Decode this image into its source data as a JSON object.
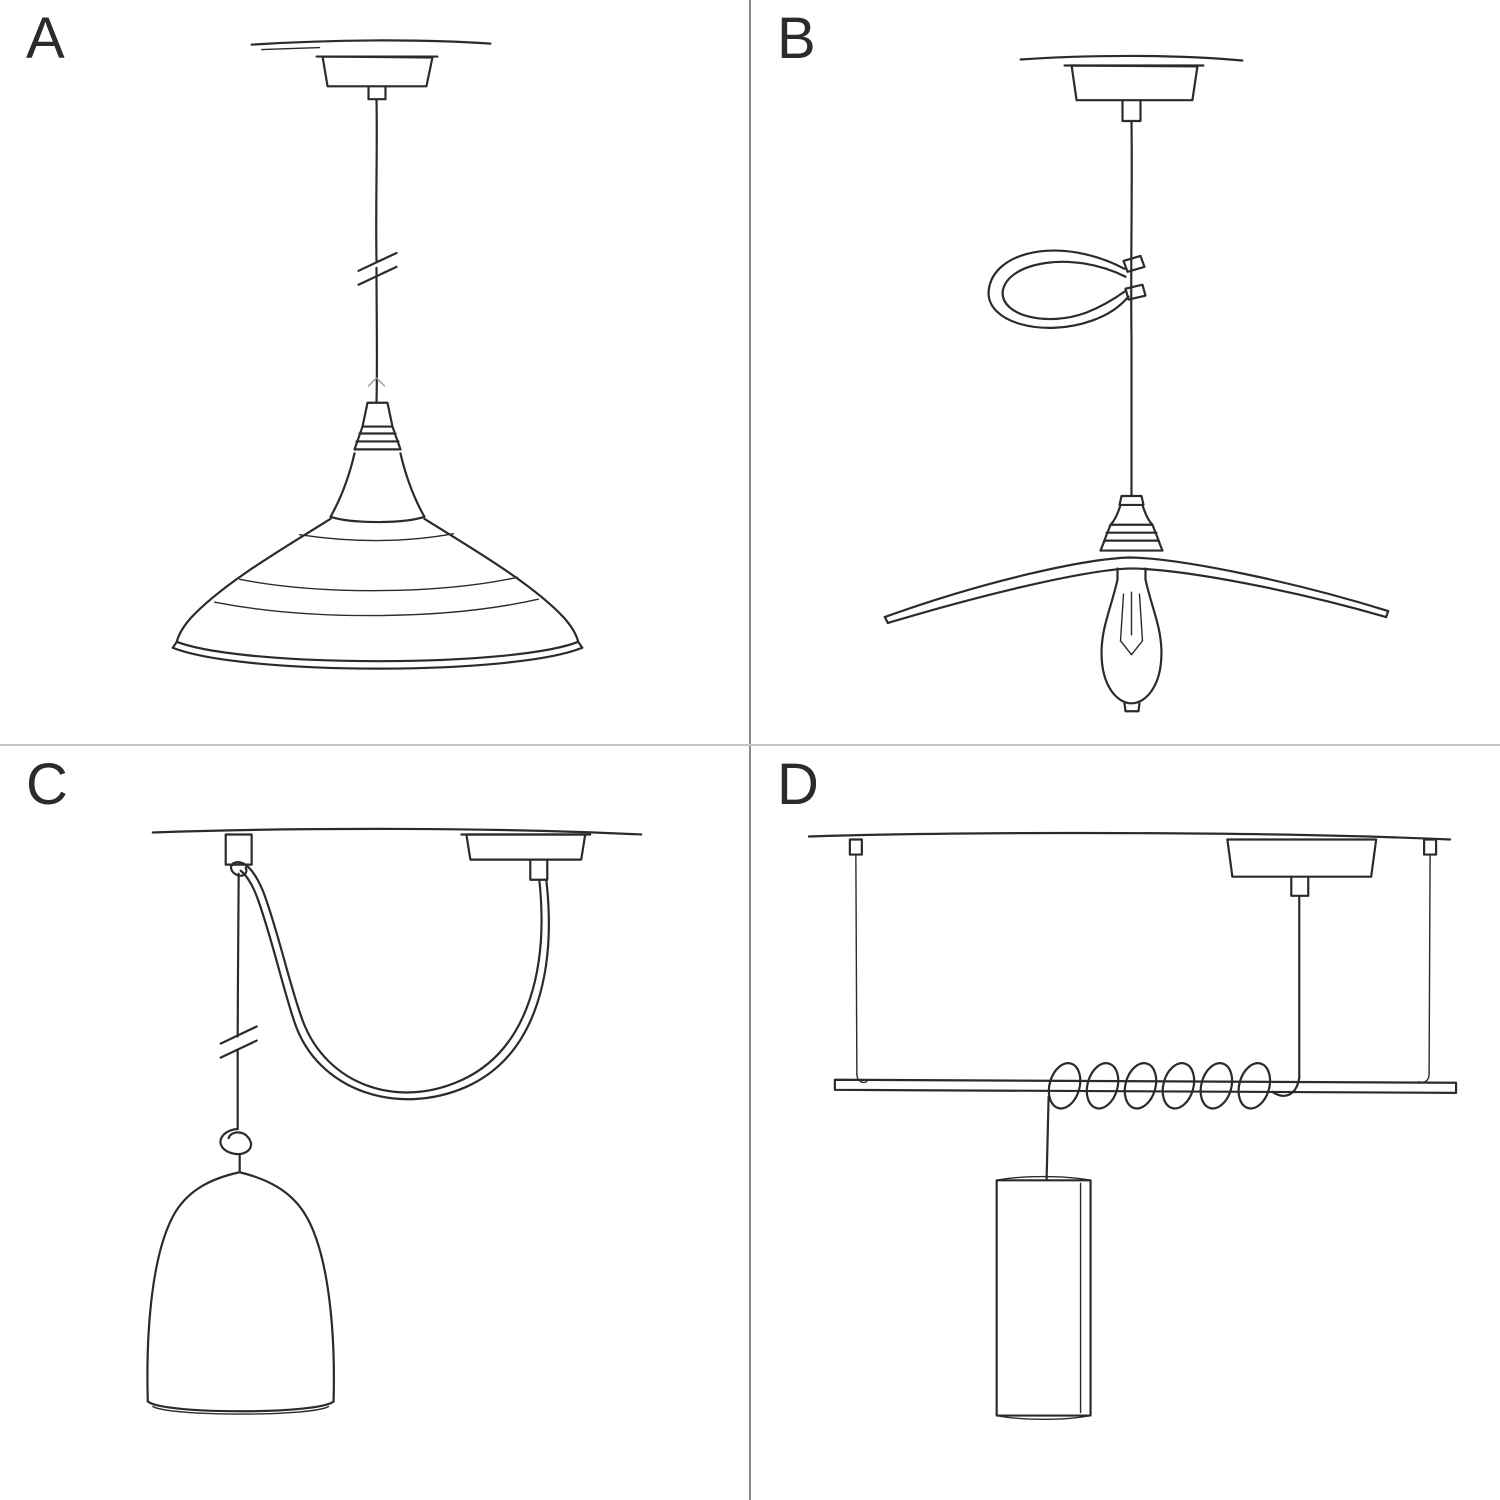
{
  "page": {
    "background": "#ffffff",
    "colors": {
      "ink": "#2b2b2b",
      "ink-light": "#9a9a9a",
      "divider-v": "#8a8a8a",
      "divider-h": "#c6c6c6",
      "bg": "#ffffff"
    }
  },
  "panels": [
    {
      "label": "A",
      "sketch": "pendant-cable-with-barn-lampshade"
    },
    {
      "label": "B",
      "sketch": "pendant-cable-with-cable-clip-plate-shade-and-bulb"
    },
    {
      "label": "C",
      "sketch": "swag-pendant-with-hook-knot-and-bell-lampshade"
    },
    {
      "label": "D",
      "sketch": "bar-suspension-with-wrapped-cable-and-tube-lampshade"
    }
  ]
}
